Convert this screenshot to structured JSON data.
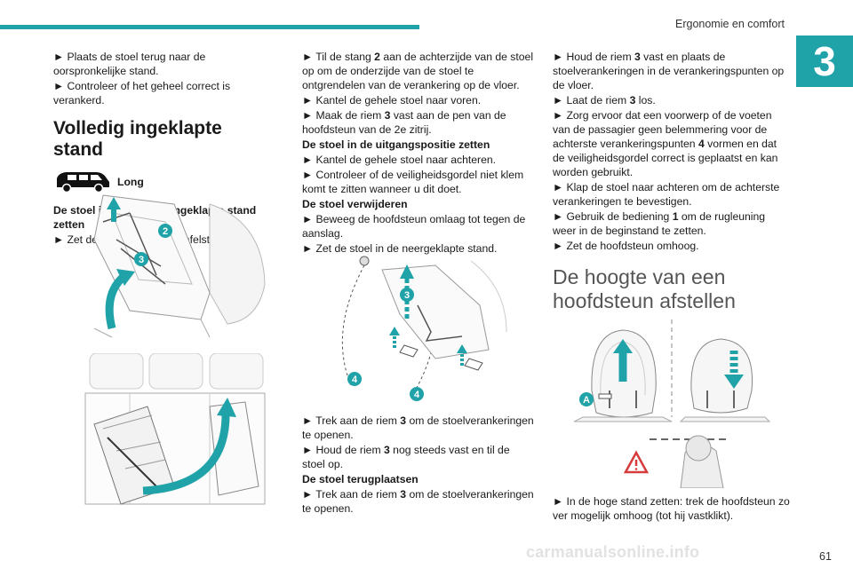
{
  "header": {
    "section_title": "Ergonomie en comfort",
    "chapter_number": "3"
  },
  "col1": {
    "intro": [
      "Plaats de stoel terug naar de oorspronkelijke stand.",
      "Controleer of het geheel correct is verankerd."
    ],
    "heading": "Volledig ingeklapte stand",
    "vehicle_label": "Long",
    "subheading": "De stoel in de volledig ingeklapte stand zetten",
    "step": "Zet de rugleuning in de tafelstand.",
    "figure_labels": [
      "2",
      "3"
    ]
  },
  "col2": {
    "p1_pre": "Til de stang ",
    "p1_num": "2",
    "p1_post": " aan de achterzijde van de stoel op om de onderzijde van de stoel te ontgrendelen van de verankering op de vloer.",
    "p2": "Kantel de gehele stoel naar voren.",
    "p3_pre": "Maak de riem ",
    "p3_num": "3",
    "p3_post": " vast aan de pen van de hoofdsteun van de 2e zitrij.",
    "sub1": "De stoel in de uitgangspositie zetten",
    "p4": "Kantel de gehele stoel naar achteren.",
    "p5": "Controleer of de veiligheidsgordel niet klem komt te zitten wanneer u dit doet.",
    "sub2": "De stoel verwijderen",
    "p6": "Beweeg de hoofdsteun omlaag tot tegen de aanslag.",
    "p7": "Zet de stoel in de neergeklapte stand.",
    "figure_labels": [
      "3",
      "4",
      "4"
    ],
    "p8_pre": "Trek aan de riem ",
    "p8_num": "3",
    "p8_post": " om de stoelverankeringen te openen.",
    "p9_pre": "Houd de riem ",
    "p9_num": "3",
    "p9_post": " nog steeds vast en til de stoel op.",
    "sub3": "De stoel terugplaatsen",
    "p10_pre": "Trek aan de riem ",
    "p10_num": "3",
    "p10_post": " om de stoelverankeringen te openen."
  },
  "col3": {
    "p1_pre": "Houd de riem ",
    "p1_num": "3",
    "p1_post": " vast en plaats de stoelverankeringen in de verankeringspunten op de vloer.",
    "p2_pre": "Laat de riem ",
    "p2_num": "3",
    "p2_post": " los.",
    "p3_pre": "Zorg ervoor dat een voorwerp of de voeten van de passagier geen belemmering voor de achterste verankeringspunten ",
    "p3_num": "4",
    "p3_post": " vormen en dat de veiligheidsgordel correct is geplaatst en kan worden gebruikt.",
    "p4": "Klap de stoel naar achteren om de achterste verankeringen te bevestigen.",
    "p5_pre": "Gebruik de bediening ",
    "p5_num": "1",
    "p5_post": " om de rugleuning weer in de beginstand te zetten.",
    "p6": "Zet de hoofdsteun omhoog.",
    "heading": "De hoogte van een hoofdsteun afstellen",
    "figure_label": "A",
    "p7": "In de hoge stand zetten: trek de hoofdsteun zo ver mogelijk omhoog (tot hij vastklikt)."
  },
  "footer": {
    "page_number": "61",
    "watermark": "carmanualsonline.info"
  },
  "colors": {
    "accent": "#1fa2a8"
  }
}
